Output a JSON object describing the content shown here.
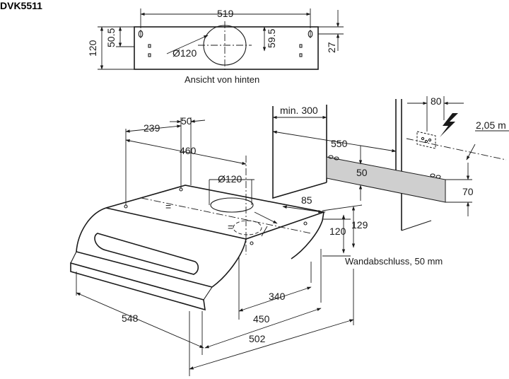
{
  "title": "DVK5511",
  "rear_view": {
    "caption": "Ansicht von hinten",
    "width": "519",
    "height": "120",
    "hole_offset": "50.5",
    "diameter": "Ø120",
    "duct_offset": "59.5",
    "side_offset": "27"
  },
  "wall_view": {
    "min_height": "min. 300",
    "socket_offset": "80",
    "socket_height": "2,05 m",
    "depth": "550",
    "band_height": "50",
    "bracket_height": "70"
  },
  "hood": {
    "d239": "239",
    "d50": "50",
    "d460": "460",
    "duct_diameter": "Ø120",
    "equal_1": "=",
    "equal_2": "=",
    "d85": "85",
    "d120": "120",
    "d129": "129",
    "wall_finish": "Wandabschluss, 50 mm",
    "d340": "340",
    "d450": "450",
    "d502": "502",
    "d548": "548"
  }
}
